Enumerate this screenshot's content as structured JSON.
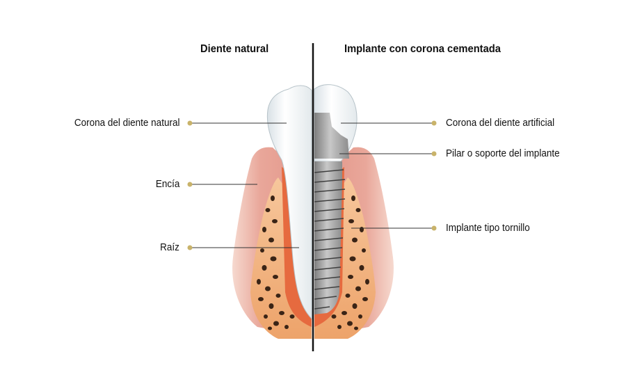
{
  "headers": {
    "natural": "Diente natural",
    "implant": "Implante con corona cementada"
  },
  "labels": {
    "natural_crown": "Corona del diente natural",
    "gum": "Encía",
    "root": "Raíz",
    "artificial_crown": "Corona del diente artificial",
    "abutment": "Pilar o soporte del implante",
    "screw_implant": "Implante tipo tornillo"
  },
  "colors": {
    "label_dot": "#c9b36a",
    "leader_line": "#333333",
    "divider": "#111111",
    "gum_outer": "#e8a59b",
    "gum_inner": "#f3c5a8",
    "bone": "#f0b27c",
    "tooth": "#eef2f4",
    "implant_metal": "#9a9a9a",
    "abutment_metal": "#8a8a8a"
  }
}
